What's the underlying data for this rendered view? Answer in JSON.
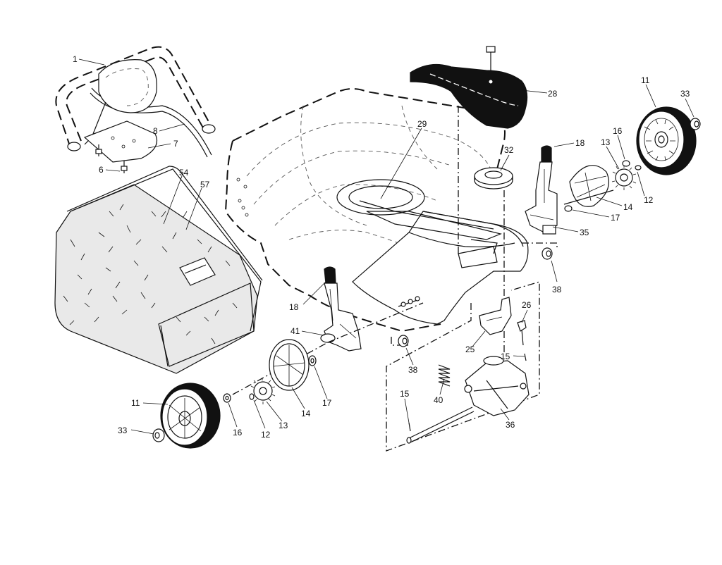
{
  "callouts": {
    "c1": "1",
    "c8": "8",
    "c7": "7",
    "c6": "6",
    "c54": "54",
    "c57": "57",
    "c29": "29",
    "c28": "28",
    "c32": "32",
    "c11a": "11",
    "c33a": "33",
    "c16a": "16",
    "c13a": "13",
    "c18a": "18",
    "c12a": "12",
    "c14a": "14",
    "c17a": "17",
    "c35": "35",
    "c38a": "38",
    "c26": "26",
    "c18b": "18",
    "c41": "41",
    "c25": "25",
    "c15a": "15",
    "c38b": "38",
    "c40": "40",
    "c36": "36",
    "c15b": "15",
    "c17b": "17",
    "c14b": "14",
    "c13b": "13",
    "c12b": "12",
    "c16b": "16",
    "c11b": "11",
    "c33b": "33"
  },
  "colors": {
    "ink": "#111111",
    "paper": "#ffffff"
  }
}
